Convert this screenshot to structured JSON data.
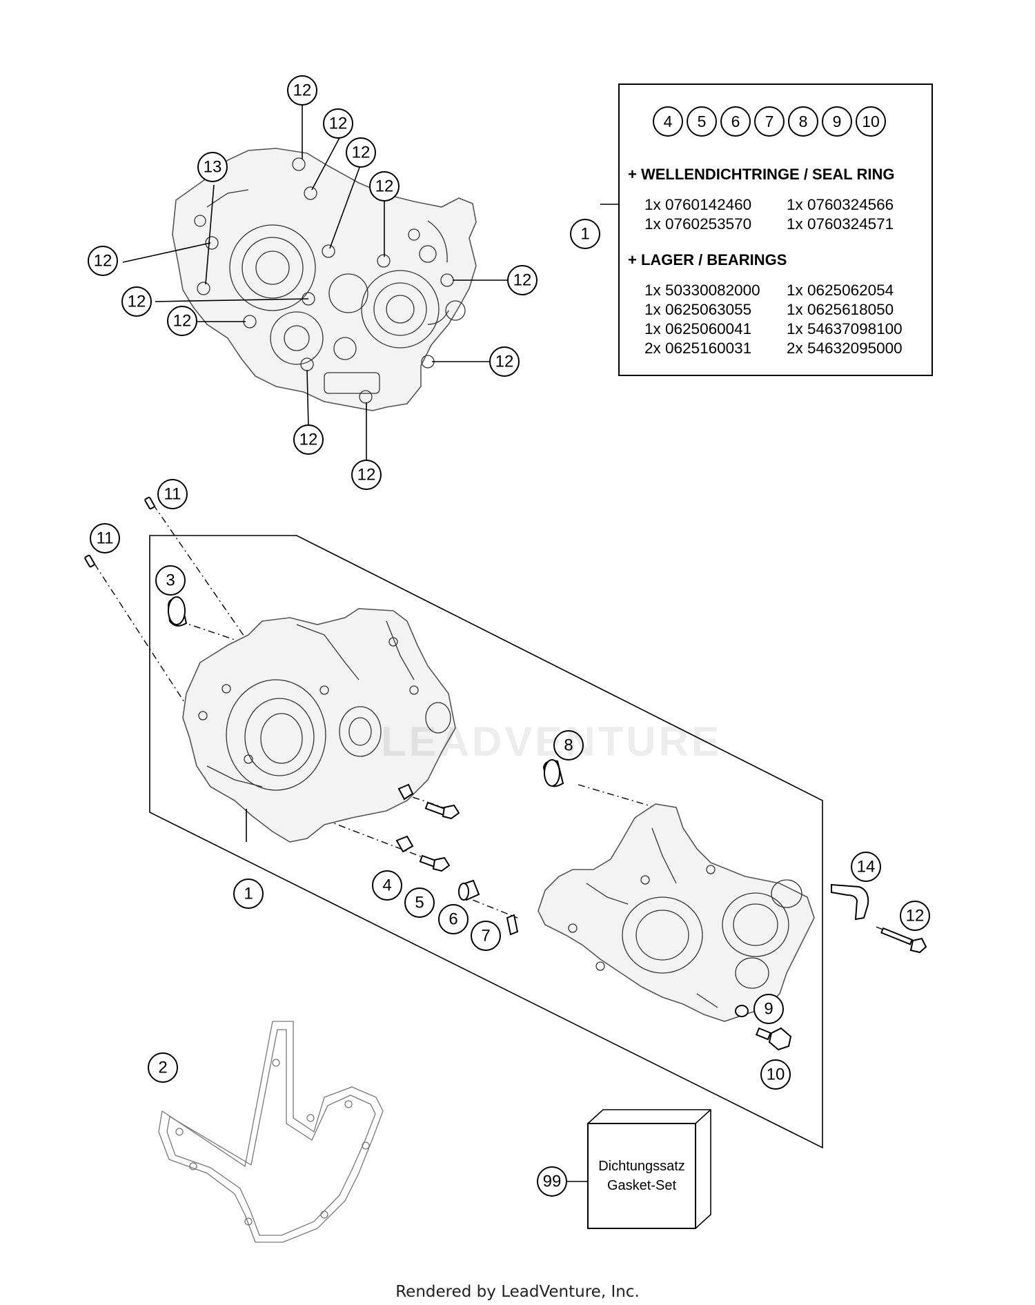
{
  "callouts": {
    "c1_box": "1",
    "c1_main": "1",
    "c2": "2",
    "c3": "3",
    "c4": "4",
    "c5": "5",
    "c6": "6",
    "c7": "7",
    "c8": "8",
    "c9": "9",
    "c10": "10",
    "c11": "11",
    "c12": "12",
    "c13": "13",
    "c14": "14",
    "c99": "99"
  },
  "kit_box": {
    "items": [
      "4",
      "5",
      "6",
      "7",
      "8",
      "9",
      "10"
    ],
    "seal_heading": "+ WELLENDICHTRINGE / SEAL RING",
    "seal_rows": [
      [
        "1x 0760142460",
        "1x 0760324566"
      ],
      [
        "1x 0760253570",
        "1x 0760324571"
      ]
    ],
    "bearing_heading": "+ LAGER / BEARINGS",
    "bearing_rows": [
      [
        "1x 50330082000",
        "1x 0625062054"
      ],
      [
        "1x 0625063055",
        "1x 0625618050"
      ],
      [
        "1x 0625060041",
        "1x 54637098100"
      ],
      [
        "2x 0625160031",
        "2x 54632095000"
      ]
    ]
  },
  "gasket_set": {
    "line1": "Dichtungssatz",
    "line2": "Gasket-Set"
  },
  "watermark": "LEADVENTURE",
  "footer": "Rendered by LeadVenture, Inc."
}
